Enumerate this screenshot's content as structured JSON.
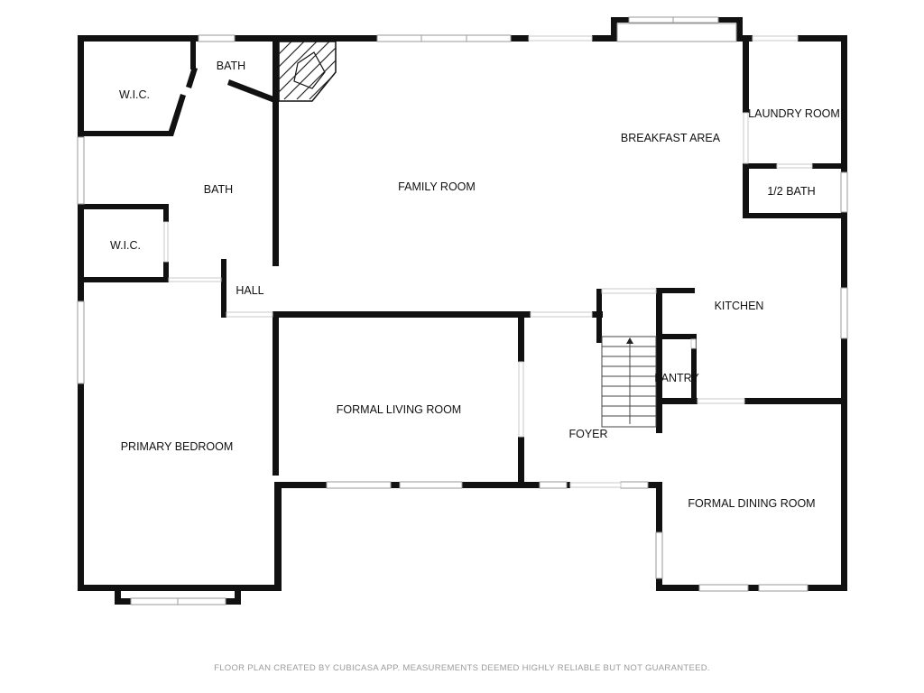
{
  "rooms": {
    "bath_top": "BATH",
    "wic_top": "W.I.C.",
    "bath_main": "BATH",
    "wic_bottom": "W.I.C.",
    "hall": "HALL",
    "primary_bedroom": "PRIMARY BEDROOM",
    "family_room": "FAMILY ROOM",
    "breakfast_area": "BREAKFAST AREA",
    "laundry_room": "LAUNDRY ROOM",
    "half_bath": "1/2 BATH",
    "kitchen": "KITCHEN",
    "pantry": "PANTRY",
    "formal_living_room": "FORMAL LIVING ROOM",
    "foyer": "FOYER",
    "formal_dining_room": "FORMAL DINING ROOM"
  },
  "footer": {
    "disclaimer": "FLOOR PLAN CREATED BY CUBICASA APP. MEASUREMENTS DEEMED HIGHLY RELIABLE BUT NOT GUARANTEED."
  },
  "colors": {
    "wall": "#111111",
    "window": "#9a9a9a",
    "footer_text": "#9b9b9b"
  }
}
